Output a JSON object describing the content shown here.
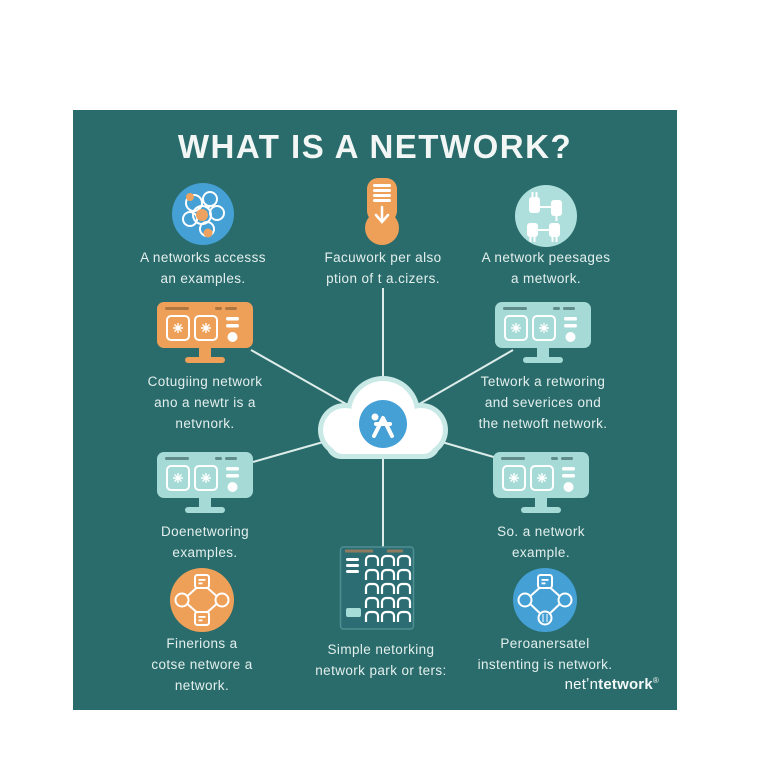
{
  "title": "WHAT IS A NETWORK?",
  "nodes": {
    "brain": {
      "icon": "brain-network-icon",
      "caption": "A networks accesss\nan examples."
    },
    "probe": {
      "icon": "download-bulb-icon",
      "caption": "Facuwork per also\nption of t a.cizers."
    },
    "plugs": {
      "icon": "plugs-icon",
      "caption": "A network peesages\na metwork."
    },
    "monitor_top_left": {
      "icon": "monitor-icon",
      "caption": "Cotugiing network\nano a newtr is a\nnetvnork."
    },
    "monitor_top_right": {
      "icon": "monitor-icon",
      "caption": "Tetwork a retworing\nand severices ond\nthe netwoft network."
    },
    "monitor_bottom_left": {
      "icon": "monitor-icon",
      "caption": "Doenetworing\nexamples."
    },
    "monitor_bottom_right": {
      "icon": "monitor-icon",
      "caption": "So. a network\nexample."
    },
    "network_orange": {
      "icon": "network-diagram-icon",
      "caption": "Finerions a\ncotse networe a\nnetwork."
    },
    "server": {
      "icon": "server-rack-icon",
      "caption": "Simple netorking\nnetwork park or ters:"
    },
    "network_blue": {
      "icon": "network-diagram-icon",
      "caption": "Peroanersatel\ninstenting is network."
    },
    "cloud": {
      "icon": "cloud-network-icon"
    }
  },
  "logo": {
    "prefix": "netʼn",
    "bold": "tetwork",
    "mark": "®"
  },
  "colors": {
    "card_bg": "#2a6c6c",
    "orange": "#efa058",
    "blue": "#45a0d5",
    "pale_teal": "#a6dad6",
    "pale_circle": "#aedfdc",
    "server_bg": "#2b6d72",
    "line": "#e8f3f1",
    "text": "#e3efed"
  }
}
